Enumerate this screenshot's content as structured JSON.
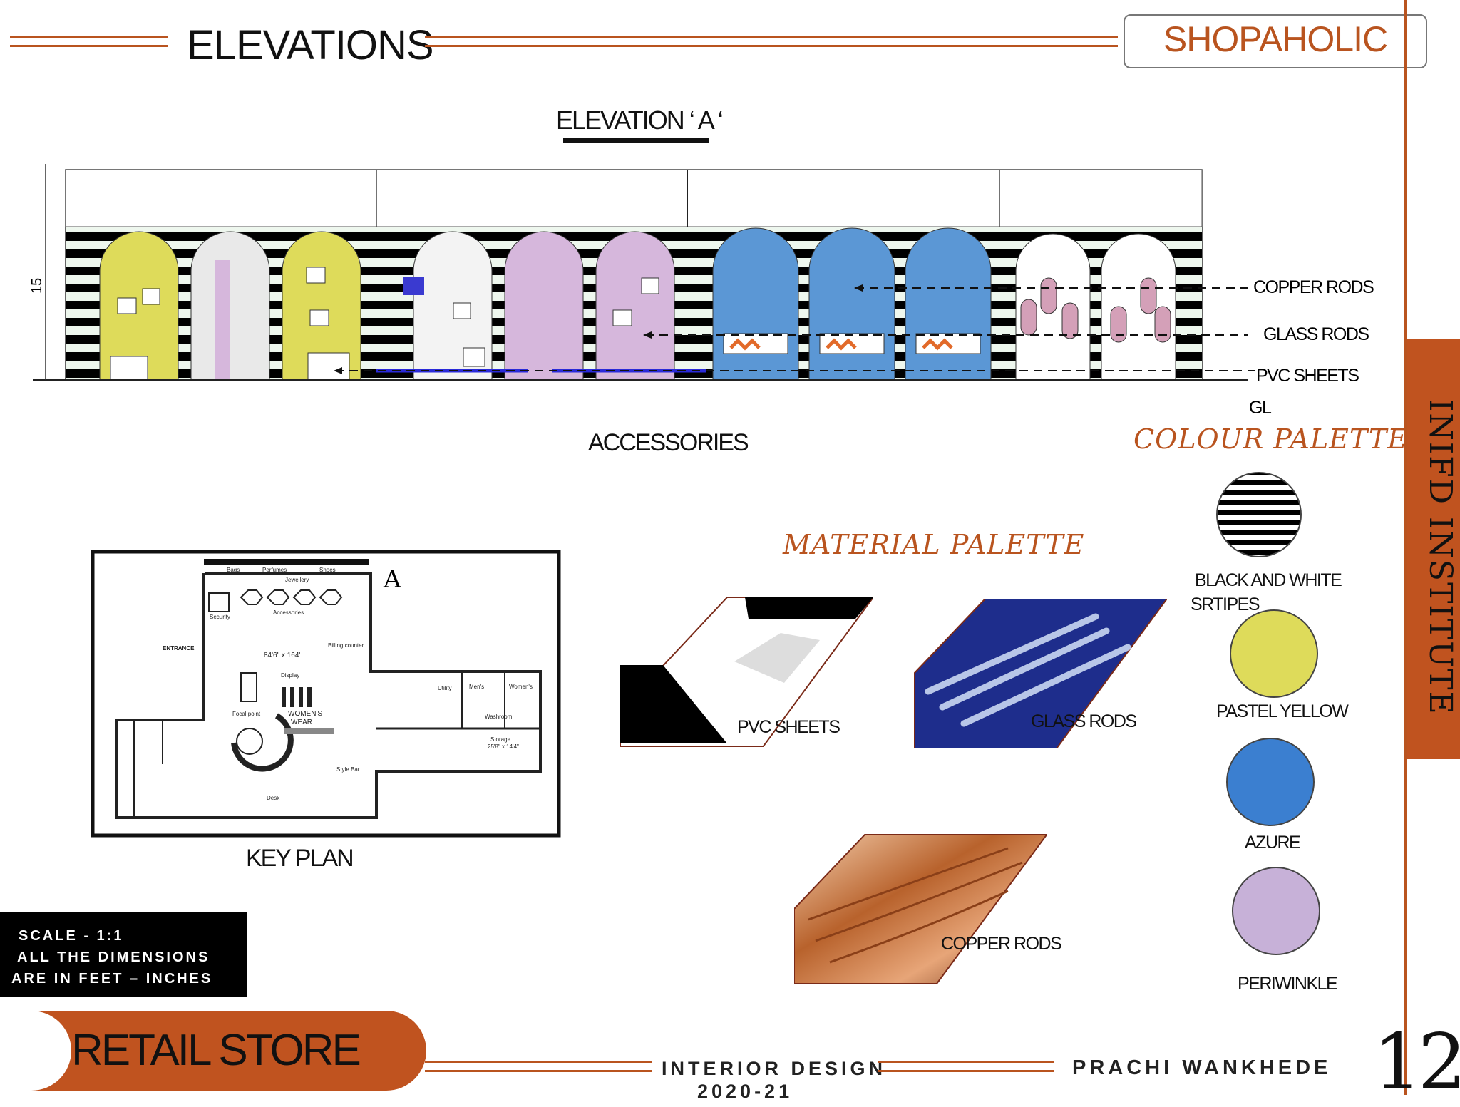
{
  "header": {
    "title": "ELEVATIONS",
    "brand": "SHOPAHOLIC"
  },
  "sidebar": {
    "institute": "INIFD INSTITUTE"
  },
  "elevation": {
    "title": "ELEVATION ‘ A ‘",
    "height_mark": "15",
    "caption": "ACCESSORIES",
    "callouts": [
      "COPPER RODS",
      "GLASS RODS",
      "PVC SHEETS",
      "GL"
    ]
  },
  "key_plan": {
    "caption": "KEY PLAN",
    "marker": "A",
    "labels": {
      "bags": "Bags",
      "perfumes": "Perfumes",
      "shoes": "Shoes",
      "jewellery": "Jewellery",
      "accessories": "Accessories",
      "security": "Security",
      "entrance": "ENTRANCE",
      "dimensions": "84'6\" x 164'",
      "display": "Display",
      "billing": "Billing counter",
      "focal": "Focal point",
      "womens1": "WOMEN'S",
      "womens2": "WEAR",
      "utility": "Utility",
      "mens": "Men's",
      "womens_wc": "Women's",
      "washroom": "Washroom",
      "storage": "Storage",
      "storage_dim": "25'8\" x 14'4\"",
      "style": "Style Bar",
      "desk": "Desk"
    }
  },
  "material_palette": {
    "title": "MATERIAL PALETTE",
    "items": [
      "PVC SHEETS",
      "GLASS RODS",
      "COPPER RODS"
    ]
  },
  "colour_palette": {
    "title": "COLOUR PALETTE",
    "swatches": [
      {
        "label1": "BLACK AND WHITE",
        "label2": "SRTIPES",
        "color": "stripes"
      },
      {
        "label1": "PASTEL YELLOW",
        "color": "#dedb5a"
      },
      {
        "label1": "AZURE",
        "color": "#3b7fd0"
      },
      {
        "label1": "PERIWINKLE",
        "color": "#c7b1d8"
      }
    ]
  },
  "scale_note": {
    "line1": "SCALE - 1:1",
    "line2": "ALL THE DIMENSIONS",
    "line3": "ARE IN FEET – INCHES"
  },
  "footer": {
    "project": "RETAIL STORE",
    "course": "INTERIOR DESIGN",
    "year": "2020-21",
    "designer": "PRACHI WANKHEDE",
    "page": "12"
  },
  "colors": {
    "accent": "#b9541f",
    "yellow": "#dedb5a",
    "azure": "#5b97d5",
    "periwinkle": "#d6b7dc"
  }
}
